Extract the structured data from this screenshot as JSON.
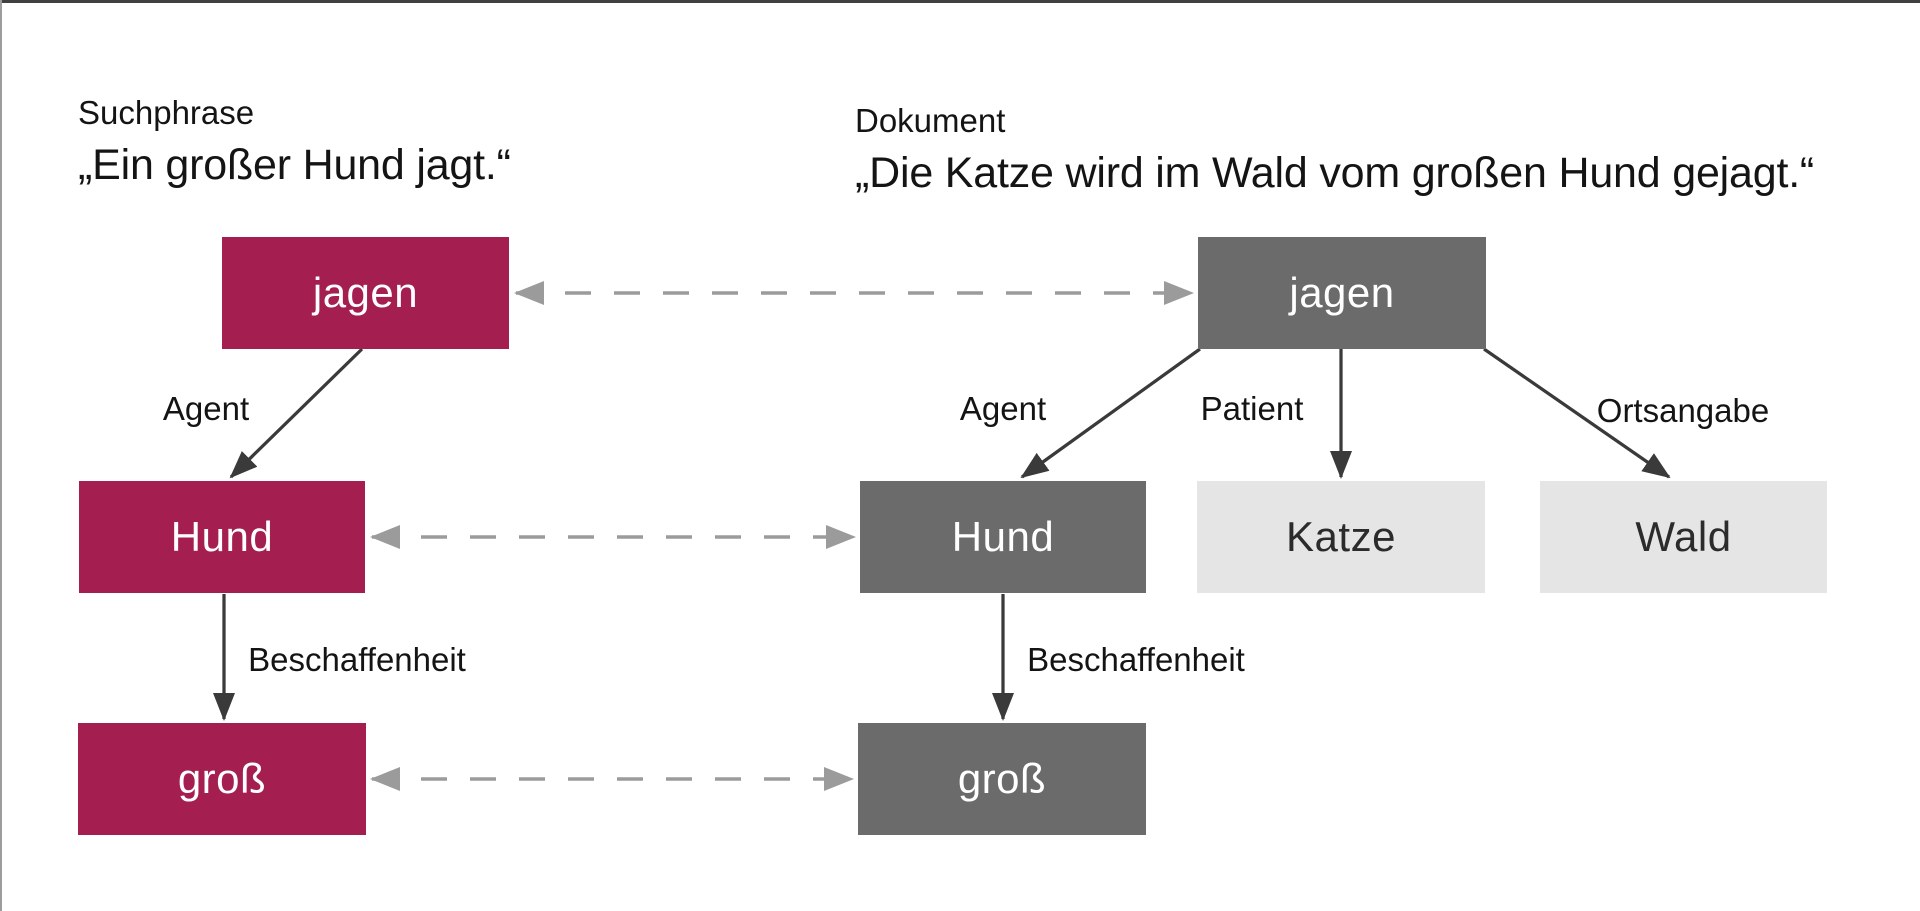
{
  "colors": {
    "search_node_fill": "#A41E4F",
    "document_matched_node_fill": "#6B6B6B",
    "document_unmatched_node_fill": "#E5E5E5",
    "node_text_on_dark": "#FFFFFF",
    "node_text_on_light": "#2B2B2B",
    "dependency_arrow": "#3A3A3A",
    "alignment_arrow": "#9B9B9B",
    "heading_text": "#141414"
  },
  "search_phrase": {
    "heading": "Suchphrase",
    "sentence": "„Ein großer Hund jagt.“"
  },
  "document": {
    "heading": "Dokument",
    "sentence": "„Die Katze wird im Wald vom großen Hund gejagt.“"
  },
  "search_graph": {
    "nodes": [
      {
        "label": "jagen"
      },
      {
        "label": "Hund"
      },
      {
        "label": "groß"
      }
    ],
    "edges": [
      {
        "label": "Agent",
        "from": "jagen",
        "to": "Hund"
      },
      {
        "label": "Beschaffenheit",
        "from": "Hund",
        "to": "groß"
      }
    ]
  },
  "document_graph": {
    "nodes": [
      {
        "label": "jagen",
        "matched": true
      },
      {
        "label": "Hund",
        "matched": true
      },
      {
        "label": "Katze",
        "matched": false
      },
      {
        "label": "Wald",
        "matched": false
      },
      {
        "label": "groß",
        "matched": true
      }
    ],
    "edges": [
      {
        "label": "Agent",
        "from": "jagen",
        "to": "Hund"
      },
      {
        "label": "Patient",
        "from": "jagen",
        "to": "Katze"
      },
      {
        "label": "Ortsangabe",
        "from": "jagen",
        "to": "Wald"
      },
      {
        "label": "Beschaffenheit",
        "from": "Hund",
        "to": "groß"
      }
    ]
  },
  "alignments": [
    {
      "search": "jagen",
      "document": "jagen"
    },
    {
      "search": "Hund",
      "document": "Hund"
    },
    {
      "search": "groß",
      "document": "groß"
    }
  ]
}
